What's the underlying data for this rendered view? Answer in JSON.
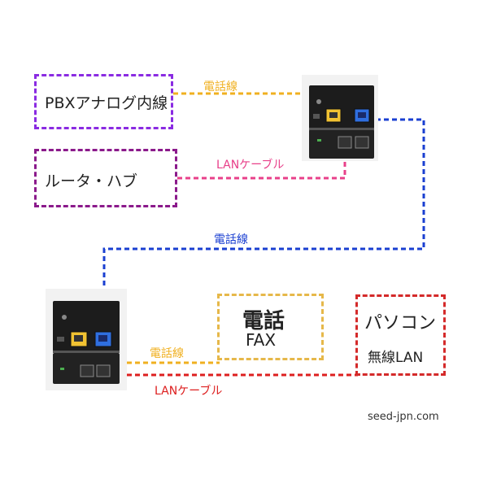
{
  "boxes": {
    "pbx": {
      "label": "PBXアナログ内線",
      "color": "#8a2be2"
    },
    "router": {
      "label": "ルータ・ハブ",
      "color": "#8b1a8b"
    },
    "phone": {
      "line1": "電話",
      "line2": "FAX",
      "color": "#e6b84a"
    },
    "pc": {
      "line1": "パソコン",
      "line2": "無線LAN",
      "color": "#d42a2a"
    }
  },
  "line_labels": {
    "phone_top": "電話線",
    "lan_top": "LANケーブル",
    "phone_middle": "電話線",
    "phone_bottom": "電話線",
    "lan_bottom": "LANケーブル"
  },
  "colors": {
    "phone_line": "#f0b020",
    "lan_line_top": "#e8408a",
    "trunk_line": "#1a3fd1",
    "lan_line_bottom": "#dd1f1f"
  },
  "footer": {
    "site": "seed-jpn.com"
  }
}
